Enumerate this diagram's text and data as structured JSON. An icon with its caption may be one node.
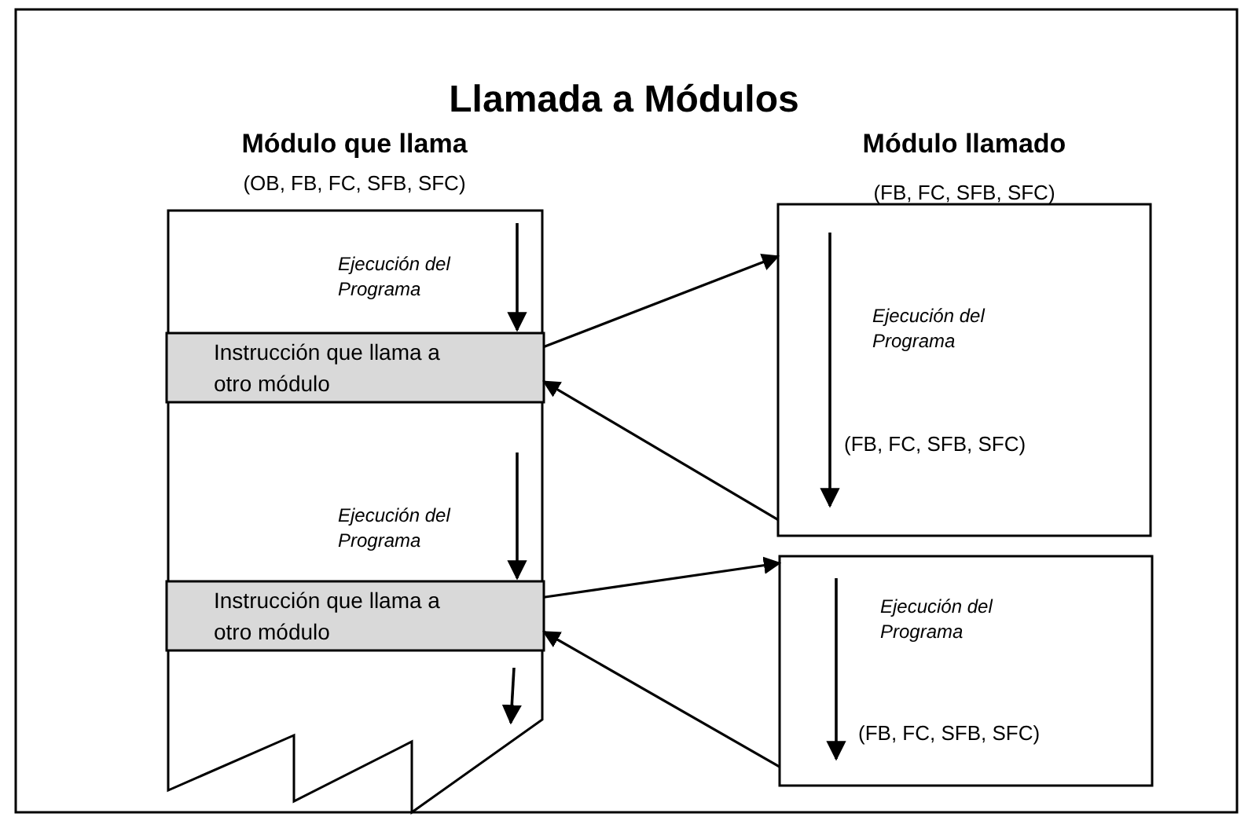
{
  "diagram": {
    "title": "Llamada a Módulos",
    "nodes": [
      {
        "text": [
          "Módulo que llama",
          "(OB, FB, FC, SFB, SFC)",
          "Ejecución del Programa",
          "Ejecución del Programa"
        ]
      },
      {
        "text": [
          "Instrucción que llama a otro módulo"
        ],
        "in": 0
      },
      {
        "text": [
          "Instrucción que llama a otro módulo"
        ],
        "in": 0
      },
      {
        "text": [
          "Módulo llamado",
          "(FB, FC, SFB, SFC)",
          "Ejecución del Programa",
          "(FB, FC, SFB, SFC)"
        ]
      },
      {
        "text": [
          "Ejecución del Programa",
          "(FB, FC, SFB, SFC)"
        ]
      }
    ],
    "edges": [
      {
        "from": 1,
        "to": 3,
        "arrow": "to"
      },
      {
        "from": 3,
        "to": 1,
        "arrow": "to"
      },
      {
        "from": 2,
        "to": 4,
        "arrow": "to"
      },
      {
        "from": 4,
        "to": 2,
        "arrow": "to"
      }
    ]
  }
}
